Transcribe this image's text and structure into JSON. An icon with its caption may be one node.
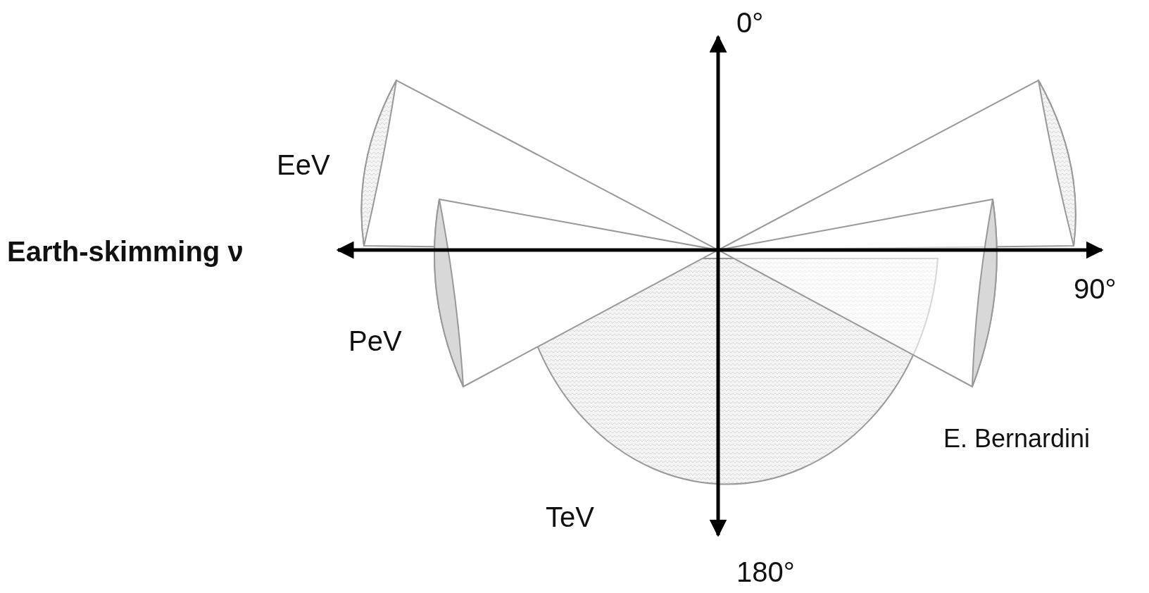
{
  "diagram": {
    "labels": [
      "0°",
      "EeV",
      "Earth-skimming ν",
      "90°",
      "PeV",
      "E. Bernardini",
      "TeV",
      "180°"
    ]
  }
}
